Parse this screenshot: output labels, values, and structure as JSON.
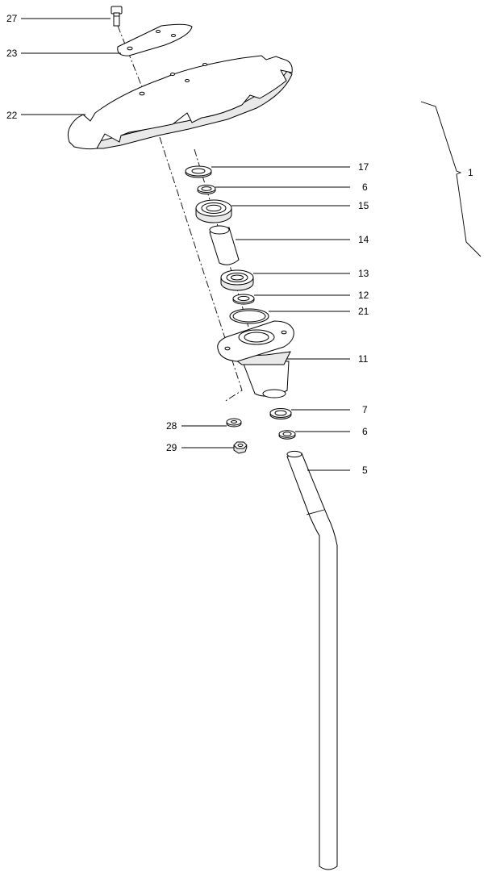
{
  "callouts": {
    "p27": "27",
    "p23": "23",
    "p22": "22",
    "p17": "17",
    "p6a": "6",
    "p15": "15",
    "p14": "14",
    "p13": "13",
    "p12": "12",
    "p21": "21",
    "p11": "11",
    "p7": "7",
    "p6b": "6",
    "p28": "28",
    "p29": "29",
    "p5": "5",
    "p1": "1"
  }
}
